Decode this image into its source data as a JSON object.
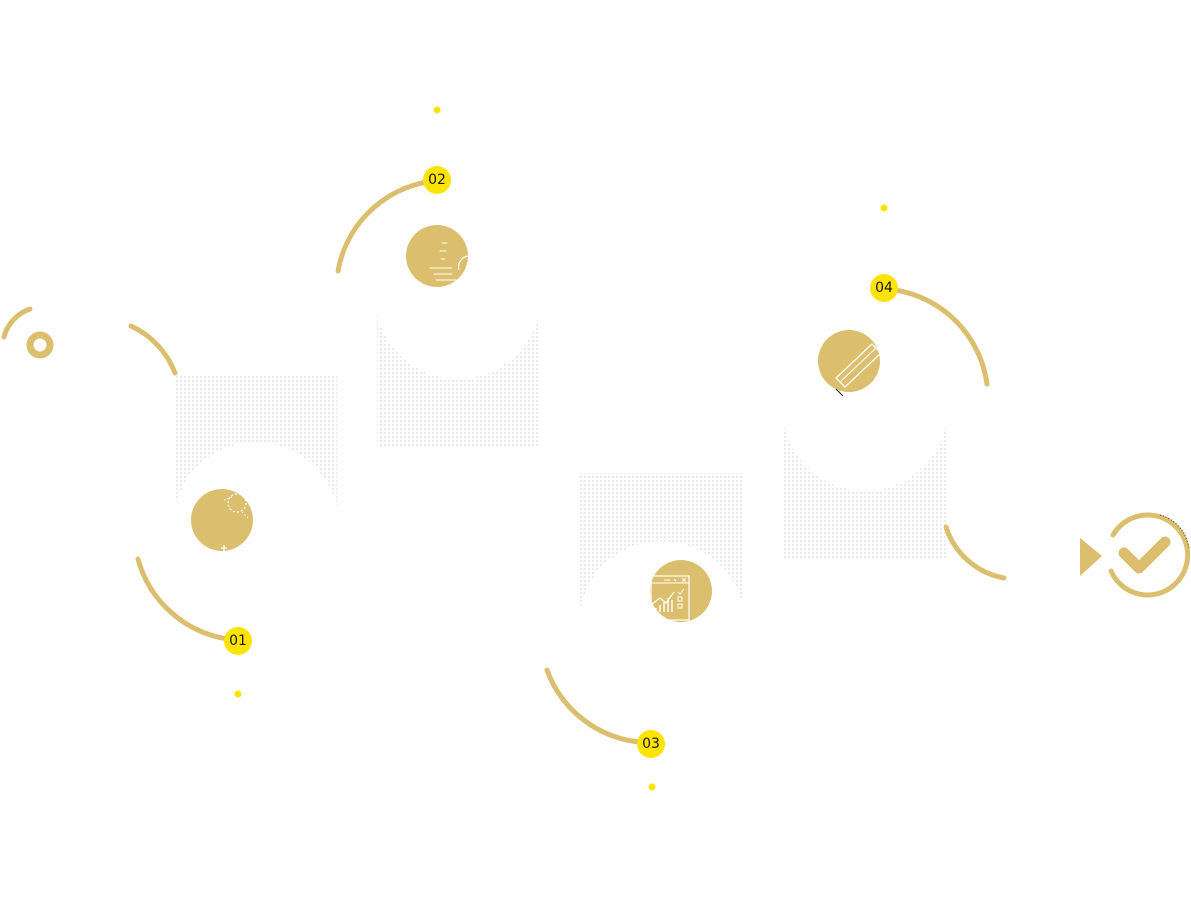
{
  "colors": {
    "accent_gold": "#dbbe6e",
    "badge_yellow": "#fce300",
    "dot_gray": "#cfcfcf",
    "white": "#ffffff",
    "text": "#1a1a1a"
  },
  "steps": [
    {
      "number": "01",
      "icon": "gear-document-icon"
    },
    {
      "number": "02",
      "icon": "list-document-icon"
    },
    {
      "number": "03",
      "icon": "browser-chart-icon"
    },
    {
      "number": "04",
      "icon": "pencil-icon"
    }
  ],
  "start_icon": "start-target-icon",
  "end_icon": "checkmark-icon",
  "end_arrow_icon": "play-arrow-icon"
}
